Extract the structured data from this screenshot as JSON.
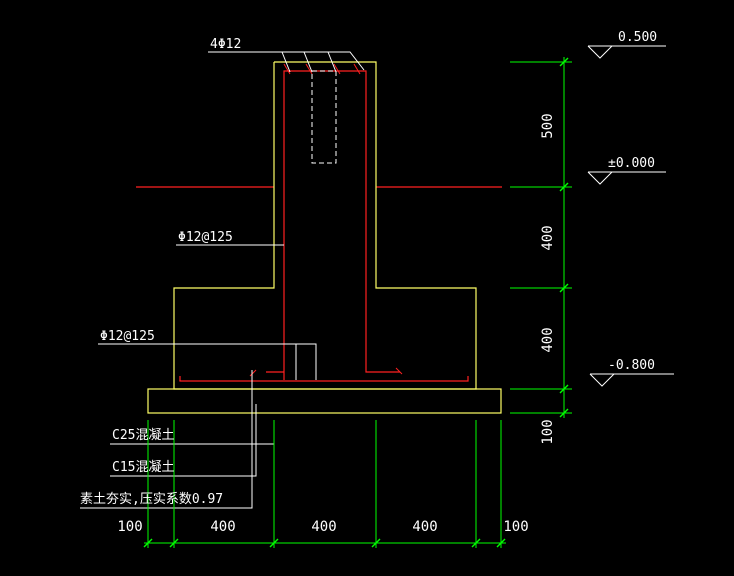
{
  "labels": {
    "rebar_top": "4Φ12",
    "stirrup_wall": "Φ12@125",
    "rebar_base": "Φ12@125",
    "mat_c25": "C25混凝土",
    "mat_c15": "C15混凝土",
    "mat_soil": "素土夯实,压实系数0.97"
  },
  "elevations": {
    "top": "0.500",
    "ground": "±0.000",
    "bottom": "-0.800"
  },
  "vertical_dims": [
    "500",
    "400",
    "400",
    "100"
  ],
  "horizontal_dims": [
    "100",
    "400",
    "400",
    "400",
    "100"
  ],
  "colors": {
    "background": "#000000",
    "concrete_outline": "#ffff66",
    "rebar": "#ff2020",
    "dimension": "#00ff00",
    "text": "#ffffff"
  }
}
